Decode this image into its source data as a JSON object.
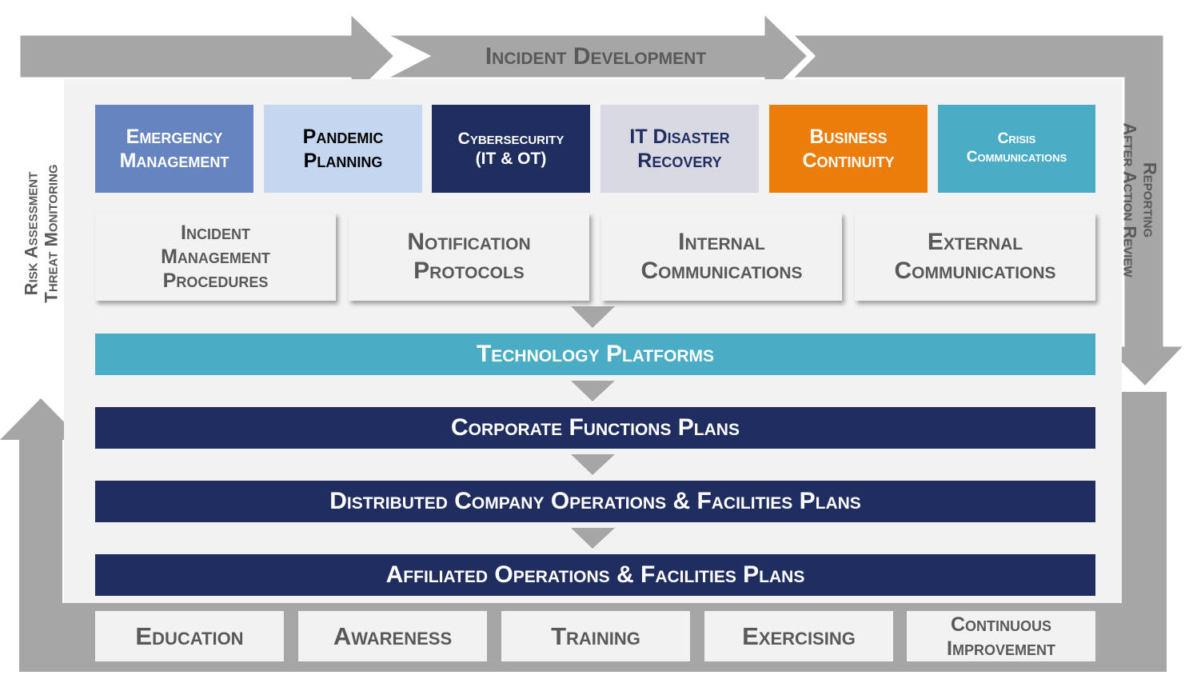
{
  "colors": {
    "frame_gray": "#a6a6a6",
    "panel": "#f2f2f2",
    "navy": "#1f2d5f",
    "teal": "#4bacc6",
    "orange": "#ed7d0a",
    "text_gray": "#595959"
  },
  "header": {
    "title": "Incident Development"
  },
  "left_side": {
    "line1": "Risk Assessment",
    "line2": "Threat Monitoring"
  },
  "right_side": {
    "line1": "Reporting",
    "line2": "After Action Review"
  },
  "programs": [
    {
      "line1": "Emergency",
      "line2": "Management",
      "bg": "#6685c0",
      "fg": "#ffffff"
    },
    {
      "line1": "Pandemic",
      "line2": "Planning",
      "bg": "#c5d7f0",
      "fg": "#000000"
    },
    {
      "line1": "Cybersecurity",
      "line2": "(IT & OT)",
      "bg": "#1f2d5f",
      "fg": "#ffffff"
    },
    {
      "line1": "IT Disaster",
      "line2": "Recovery",
      "bg": "#d9d9e3",
      "fg": "#1f2d5f"
    },
    {
      "line1": "Business",
      "line2": "Continuity",
      "bg": "#ed7d0a",
      "fg": "#ffffff"
    },
    {
      "line1": "Crisis",
      "line2": "Communications",
      "bg": "#4bacc6",
      "fg": "#ffffff"
    }
  ],
  "procedures": [
    {
      "lines": [
        "Incident",
        "Management",
        "Procedures"
      ]
    },
    {
      "lines": [
        "Notification",
        "Protocols"
      ]
    },
    {
      "lines": [
        "Internal",
        "Communications"
      ]
    },
    {
      "lines": [
        "External",
        "Communications"
      ]
    }
  ],
  "bands": [
    {
      "label": "Technology Platforms",
      "bg": "#4bacc6"
    },
    {
      "label": "Corporate Functions Plans",
      "bg": "#1f2d5f"
    },
    {
      "label": "Distributed Company Operations & Facilities Plans",
      "bg": "#1f2d5f"
    },
    {
      "label": "Affiliated Operations & Facilities Plans",
      "bg": "#1f2d5f"
    }
  ],
  "bottom": [
    {
      "lines": [
        "Education"
      ]
    },
    {
      "lines": [
        "Awareness"
      ]
    },
    {
      "lines": [
        "Training"
      ]
    },
    {
      "lines": [
        "Exercising"
      ]
    },
    {
      "lines": [
        "Continuous",
        "Improvement"
      ]
    }
  ]
}
